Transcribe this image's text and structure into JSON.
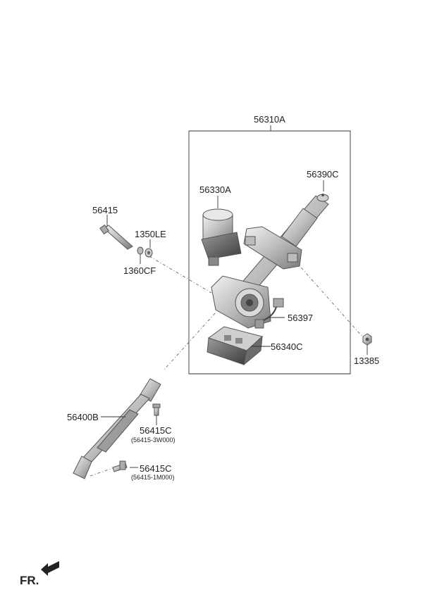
{
  "labels": {
    "assembly": "56310A",
    "upper_column": "56390C",
    "motor": "56330A",
    "bolt": "56415",
    "washer_1": "1350LE",
    "washer_2": "1360CF",
    "connector": "56397",
    "ecu": "56340C",
    "nut": "13385",
    "shaft": "56400B",
    "bolt_c_upper": "56415C",
    "bolt_c_upper_sub": "(56415-3W000)",
    "bolt_c_lower": "56415C",
    "bolt_c_lower_sub": "(56415-1M000)",
    "front": "FR."
  },
  "icons": {
    "front_arrow": "arrow-left-icon"
  }
}
